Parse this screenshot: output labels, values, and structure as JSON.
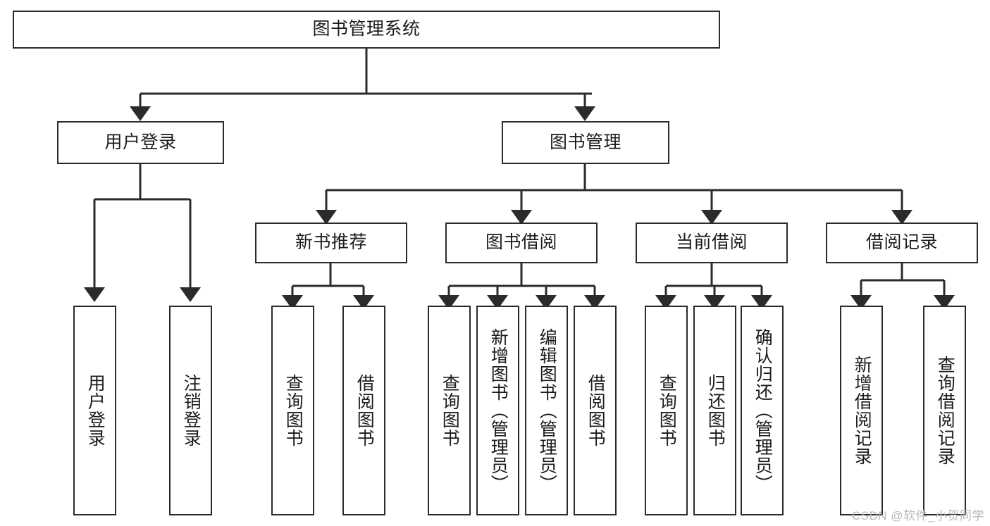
{
  "diagram": {
    "title": "图书管理系统",
    "type": "tree-hierarchy-diagram",
    "watermark": "CSDN @软件_小贺同学",
    "root": {
      "label": "图书管理系统"
    },
    "level2": [
      {
        "label": "用户登录"
      },
      {
        "label": "图书管理"
      }
    ],
    "level3": [
      {
        "label": "新书推荐"
      },
      {
        "label": "图书借阅"
      },
      {
        "label": "当前借阅"
      },
      {
        "label": "借阅记录"
      }
    ],
    "leaves": {
      "user_login": [
        {
          "label": "用户登录"
        },
        {
          "label": "注销登录"
        }
      ],
      "new_book_recommend": [
        {
          "label": "查询图书"
        },
        {
          "label": "借阅图书"
        }
      ],
      "book_borrow": [
        {
          "label": "查询图书"
        },
        {
          "label": "新增图书（管理员）"
        },
        {
          "label": "编辑图书（管理员）"
        },
        {
          "label": "借阅图书"
        }
      ],
      "current_borrow": [
        {
          "label": "查询图书"
        },
        {
          "label": "归还图书"
        },
        {
          "label": "确认归还（管理员）"
        }
      ],
      "borrow_record": [
        {
          "label": "新增借阅记录"
        },
        {
          "label": "查询借阅记录"
        }
      ]
    },
    "colors": {
      "stroke": "#2b2b2b",
      "fill": "#ffffff",
      "text": "#1c1c1c",
      "watermark": "#b9b9b9"
    }
  }
}
